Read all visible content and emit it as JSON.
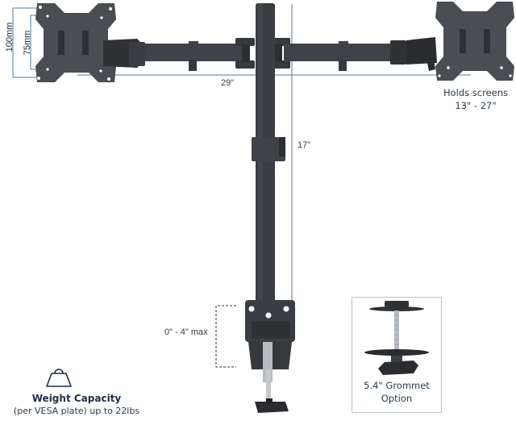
{
  "dimensions": {
    "vesa_outer": "100mm",
    "vesa_inner": "75mm",
    "arm_span": "29\"",
    "pole_height": "17\"",
    "clamp_range": "0\" - 4\" max"
  },
  "holds_screens": {
    "line1": "Holds screens",
    "line2": "13\" - 27\""
  },
  "weight_capacity": {
    "icon": "weight-icon",
    "title": "Weight Capacity",
    "subtitle": "(per VESA plate) up to 22lbs"
  },
  "grommet": {
    "line1": "5.4\" Grommet",
    "line2": "Option"
  },
  "colors": {
    "metal": "#3f4246",
    "metal_dark": "#2c2e31",
    "dimension_line": "#5b7a90",
    "text_navy": "#1f2d44"
  }
}
